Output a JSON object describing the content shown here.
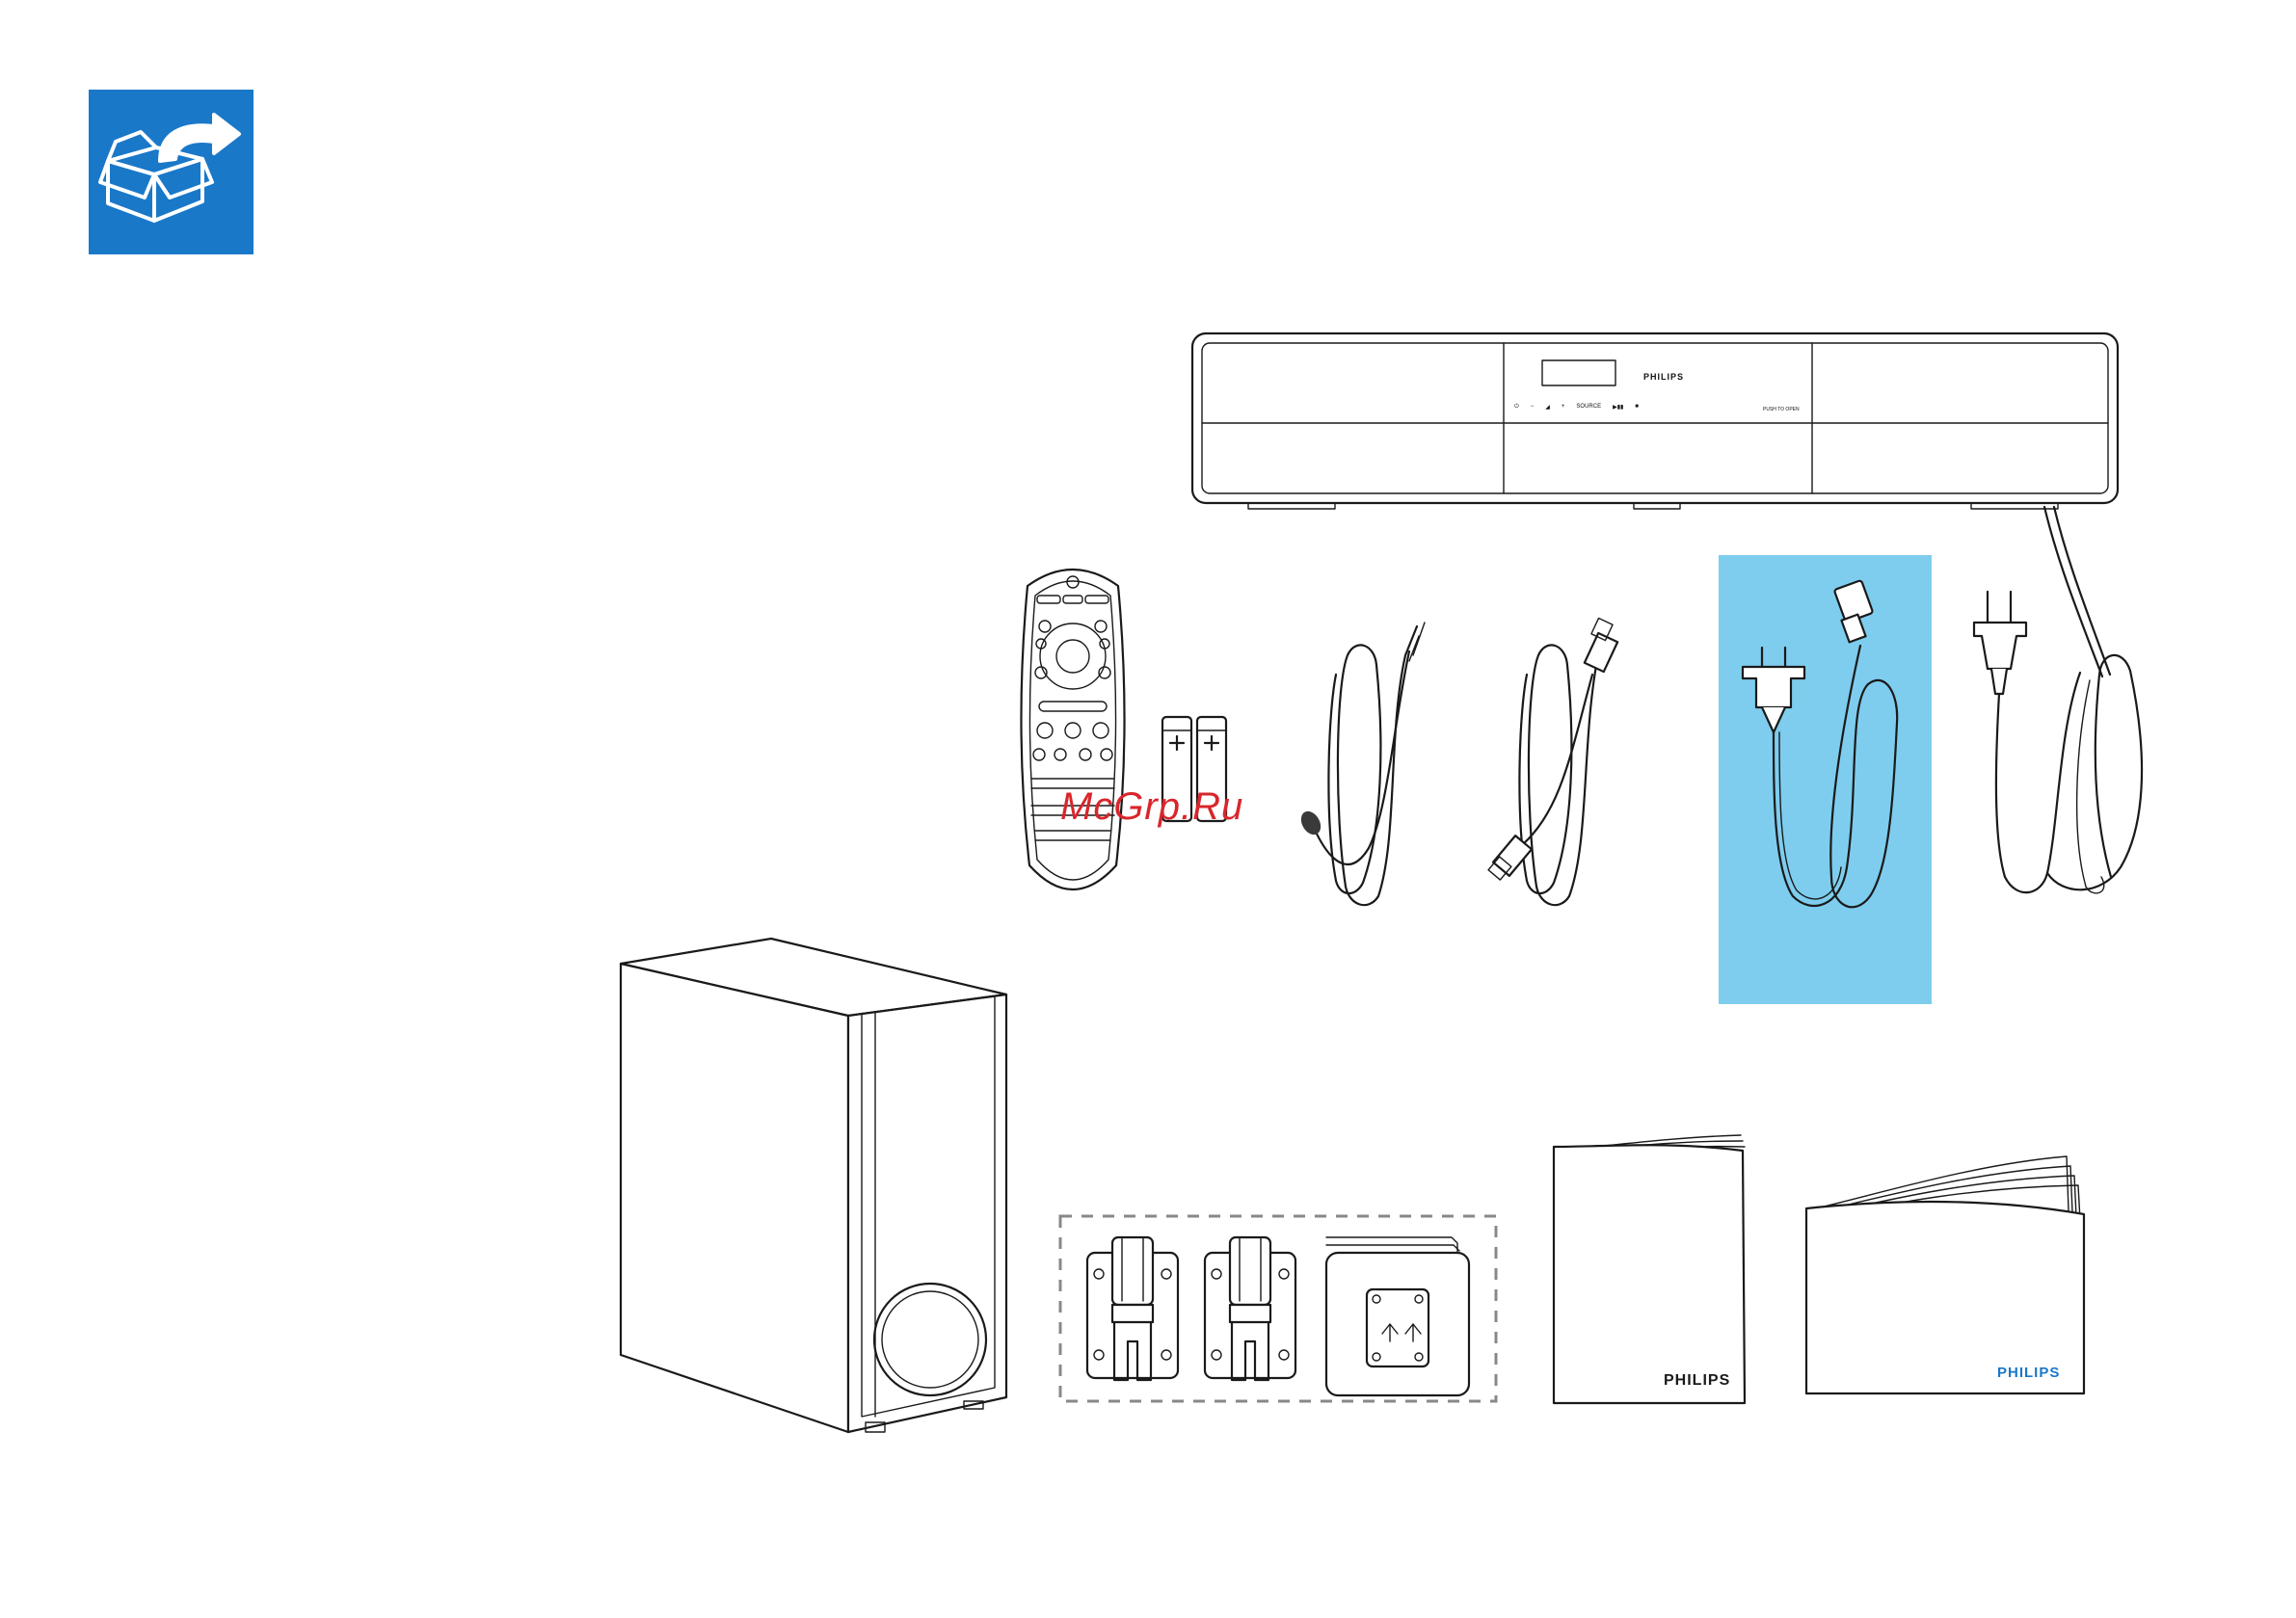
{
  "colors": {
    "accent": "#1a78c9",
    "highlight": "#7ecdee",
    "brand_blue": "#1a78c9",
    "watermark": "#d8262c"
  },
  "header": {
    "icon": "box-unpack-icon"
  },
  "soundbar": {
    "brand": "PHILIPS",
    "controls": [
      "⏻",
      "−",
      "◢",
      "+",
      "SOURCE",
      "▶▮▮",
      "■"
    ],
    "model": "PUSH TO OPEN"
  },
  "manuals": {
    "quick_start_brand": "PHILIPS",
    "user_manual_brand": "PHILIPS"
  },
  "watermark": {
    "text": "McGrp.Ru"
  },
  "icons": [
    "box-unpack-icon",
    "soundbar",
    "remote-control",
    "batteries",
    "audio-cable",
    "hdmi-cable",
    "power-cord-uk",
    "power-cord-eu",
    "subwoofer",
    "wall-bracket",
    "screw-pack",
    "quick-start-guide",
    "user-manual"
  ]
}
